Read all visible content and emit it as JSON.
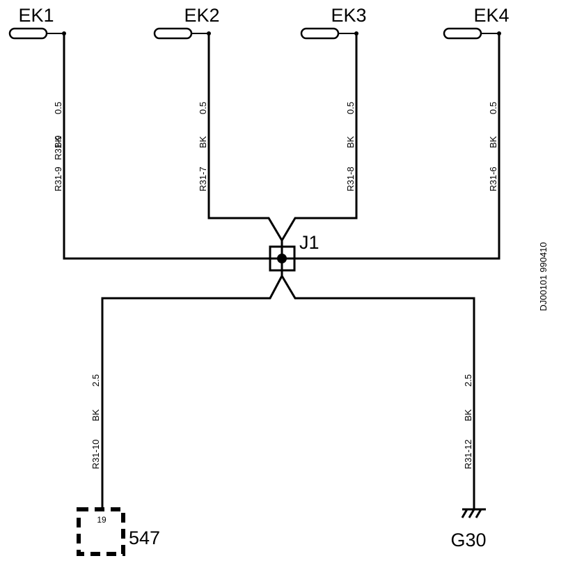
{
  "components": {
    "ek1": "EK1",
    "ek2": "EK2",
    "ek3": "EK3",
    "ek4": "EK4",
    "junction": "J1",
    "connector": "547",
    "connector_pin": "19",
    "ground": "G30"
  },
  "wires": [
    {
      "id": "R31-9",
      "color": "BK",
      "size": "0.5"
    },
    {
      "id": "R31-7",
      "color": "BK",
      "size": "0.5"
    },
    {
      "id": "R31-8",
      "color": "BK",
      "size": "0.5"
    },
    {
      "id": "R31-6",
      "color": "BK",
      "size": "0.5"
    },
    {
      "id": "R31-10",
      "color": "BK",
      "size": "2.5"
    },
    {
      "id": "R31-12",
      "color": "BK",
      "size": "2.5"
    }
  ],
  "reference_code": "DJ00101 990410"
}
